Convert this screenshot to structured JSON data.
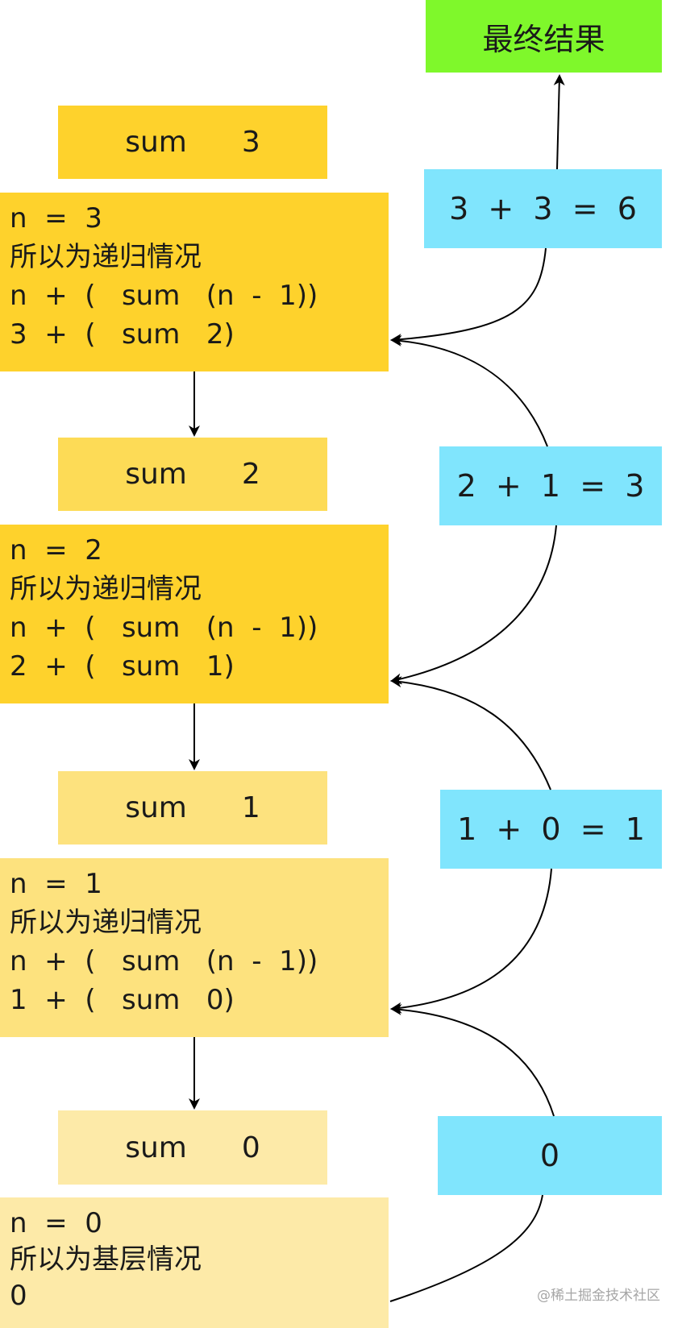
{
  "final_result": "最终结果",
  "levels": [
    {
      "call": {
        "fn": "sum",
        "arg": "3"
      },
      "lines": [
        "n  =  3",
        "所以为递归情况",
        "n  +  (   sum   (n  -  1))",
        "3  +  (   sum   2)"
      ],
      "result": "3  +  3  =  6"
    },
    {
      "call": {
        "fn": "sum",
        "arg": "2"
      },
      "lines": [
        "n  =  2",
        "所以为递归情况",
        "n  +  (   sum   (n  -  1))",
        "2  +  (   sum   1)"
      ],
      "result": "2  +  1  =  3"
    },
    {
      "call": {
        "fn": "sum",
        "arg": "1"
      },
      "lines": [
        "n  =  1",
        "所以为递归情况",
        "n  +  (   sum   (n  -  1))",
        "1  +  (   sum   0)"
      ],
      "result": "1  +  0  =  1"
    },
    {
      "call": {
        "fn": "sum",
        "arg": "0"
      },
      "lines": [
        "n  =  0",
        "所以为基层情况",
        "0"
      ],
      "result": "0"
    }
  ],
  "colors": {
    "level_1": "#fed22c",
    "level_2": "#fddb56",
    "level_3": "#fde27e",
    "level_4": "#fdeaa8",
    "result_box": "#80e5fd",
    "final_box": "#7ff82b"
  },
  "watermark": "@稀土掘金技术社区"
}
